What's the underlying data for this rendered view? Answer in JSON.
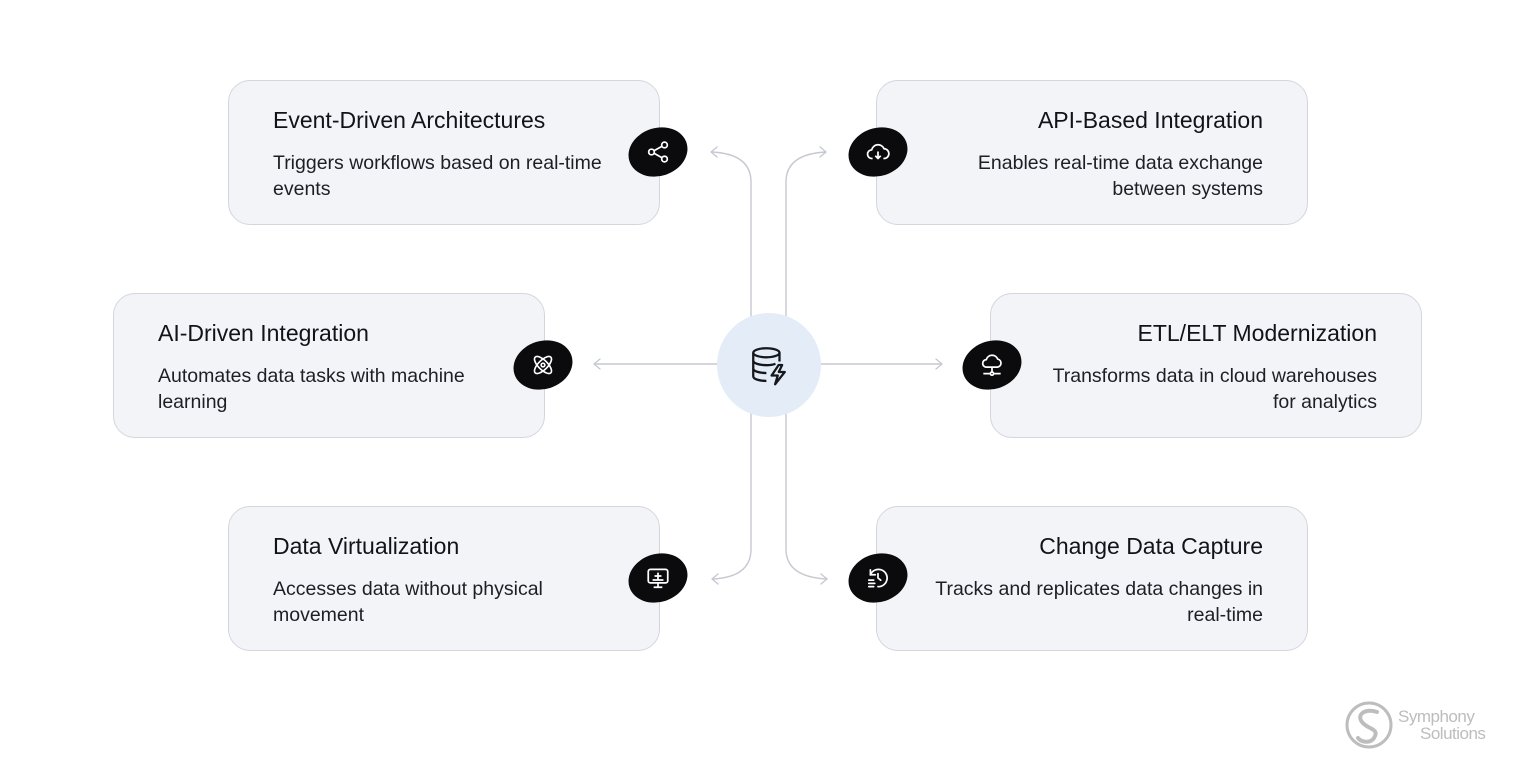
{
  "hub": {
    "icon": "database-lightning-icon"
  },
  "cards": {
    "event_driven": {
      "title": "Event-Driven Architectures",
      "description": "Triggers workflows based on real-time events",
      "icon": "share-nodes-icon"
    },
    "api_based": {
      "title": "API-Based Integration",
      "description": "Enables real-time data exchange between systems",
      "icon": "cloud-sync-icon"
    },
    "ai_driven": {
      "title": "AI-Driven Integration",
      "description": "Automates data tasks with machine learning",
      "icon": "atom-icon"
    },
    "etl_elt": {
      "title": "ETL/ELT Modernization",
      "description": "Transforms data in cloud warehouses for analytics",
      "icon": "cloud-network-icon"
    },
    "data_virtualization": {
      "title": "Data Virtualization",
      "description": "Accesses data without physical movement",
      "icon": "monitor-plus-icon"
    },
    "change_data_capture": {
      "title": "Change Data Capture",
      "description": "Tracks and replicates data changes in real-time",
      "icon": "clock-history-icon"
    }
  },
  "logo": {
    "line1": "Symphony",
    "line2": "Solutions"
  },
  "colors": {
    "card_background": "#f3f4f8",
    "card_border": "#d4d6de",
    "badge": "#0b0b0d",
    "hub_background": "#e3ecf7",
    "connector": "#c6c9d1",
    "logo": "#bdbdbd"
  }
}
